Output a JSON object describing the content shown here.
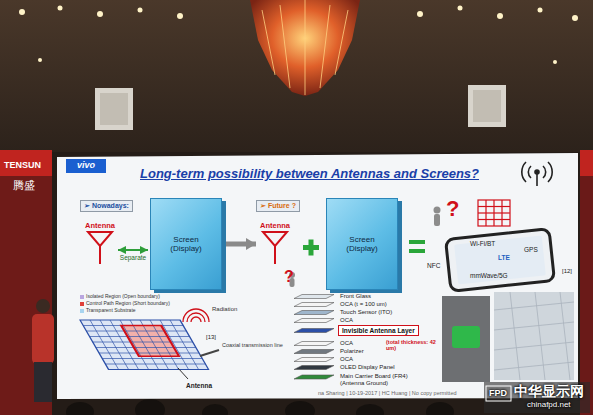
{
  "diagram": {
    "title": "Long-term possibility between Antennas and Screens?",
    "nodes": [
      {
        "text": [
          "➢ Nowadays:"
        ]
      },
      {
        "text": [
          "Antenna"
        ]
      },
      {
        "text": [
          "Screen (Display)"
        ]
      },
      {
        "text": [
          "➢ Future ?"
        ]
      },
      {
        "text": [
          "Antenna"
        ]
      },
      {
        "text": [
          "Screen (Display)"
        ]
      },
      {
        "text": [
          "Invisible Antenna Layer"
        ]
      }
    ],
    "edges": [
      {
        "from": 1,
        "to": 2,
        "arrow": "both",
        "label": "Separate"
      },
      {
        "from": 2,
        "to": 4,
        "arrow": "to"
      }
    ],
    "labels": [
      "TENSUN",
      "腾盛",
      "vivo",
      "Wi-Fi/BT",
      "LTE",
      "GPS",
      "NFC",
      "mmWave/5G",
      "[12]",
      "Isolated Region (Open boundary)",
      "Control Path Region (Short boundary)",
      "Transparent Substrate",
      "Radiation",
      "[13]",
      "Coaxial transmission line",
      "Antenna",
      "Front Glass",
      "OCA (t = 100 um)",
      "Touch Sensor (ITO)",
      "OCA",
      "(total thickness: 42 um)",
      "OCA",
      "Polarizer",
      "OCA",
      "OLED Display Panel",
      "Main Carrier Board (FR4) (Antenna Ground)",
      "na Sharing | 10-19-2017 | HC Huang | No copy permitted",
      "FPD",
      "中华显示网",
      "chinafpd.net",
      "?",
      "?"
    ]
  }
}
